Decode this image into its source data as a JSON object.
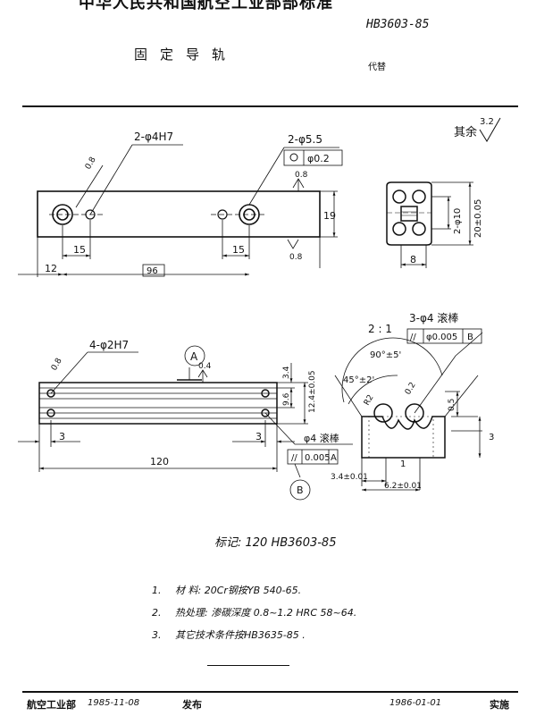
{
  "header": {
    "organization": "中华人民共和国航空工业部部标准",
    "standard_number": "HB3603-85",
    "title": "固定导轨",
    "replaces": "代替"
  },
  "drawing": {
    "surface_finish_rest": "其余",
    "roughness_3_2": "3.2",
    "roughness_0_8": "0.8",
    "roughness_0_4": "0.4",
    "roughness_0_2": "0.2",
    "hole_2_phi4H7": "2-φ4H7",
    "hole_2_phi5_5": "2-φ5.5",
    "position_tol": "φ0.2",
    "dim_19": "19",
    "dim_15_left": "15",
    "dim_15_right": "15",
    "dim_12": "12",
    "dim_96": "96",
    "dim_2_phi10": "2-φ10",
    "dim_20": "20±0.05",
    "dim_8": "8",
    "hole_4_phi2H7": "4-φ2H7",
    "datum_a": "A",
    "datum_b": "B",
    "dim_3_4": "3.4",
    "dim_12_4": "12.4±0.05",
    "dim_9_6": "9.6",
    "dim_3_left": "3",
    "dim_3_right": "3",
    "dim_120": "120",
    "rod_label": "φ4 滚棒",
    "parallel_tol_a": "0.005",
    "scale": "2 : 1",
    "rod_3_label": "3-φ4 滚棒",
    "tol_b": "φ0.005",
    "angle_90": "90°±5'",
    "angle_45": "45°±2'",
    "r2": "R2",
    "dim_0_5": "0.5",
    "dim_3_detail": "3",
    "dim_1": "1",
    "dim_3_4_detail": "3.4±0.01",
    "dim_6_2": "6.2±0.01"
  },
  "marking": "标记: 120   HB3603-85",
  "notes": [
    {
      "num": "1.",
      "text": "材   料: 20Cr钢按YB 540-65."
    },
    {
      "num": "2.",
      "text": "热处理: 渗碳深度 0.8~1.2  HRC 58~64."
    },
    {
      "num": "3.",
      "text": "其它技术条件按HB3635-85 ."
    }
  ],
  "footer": {
    "department": "航空工业部",
    "issue_date": "1985-11-08",
    "publish": "发布",
    "effective_date": "1986-01-01",
    "implement": "实施"
  }
}
